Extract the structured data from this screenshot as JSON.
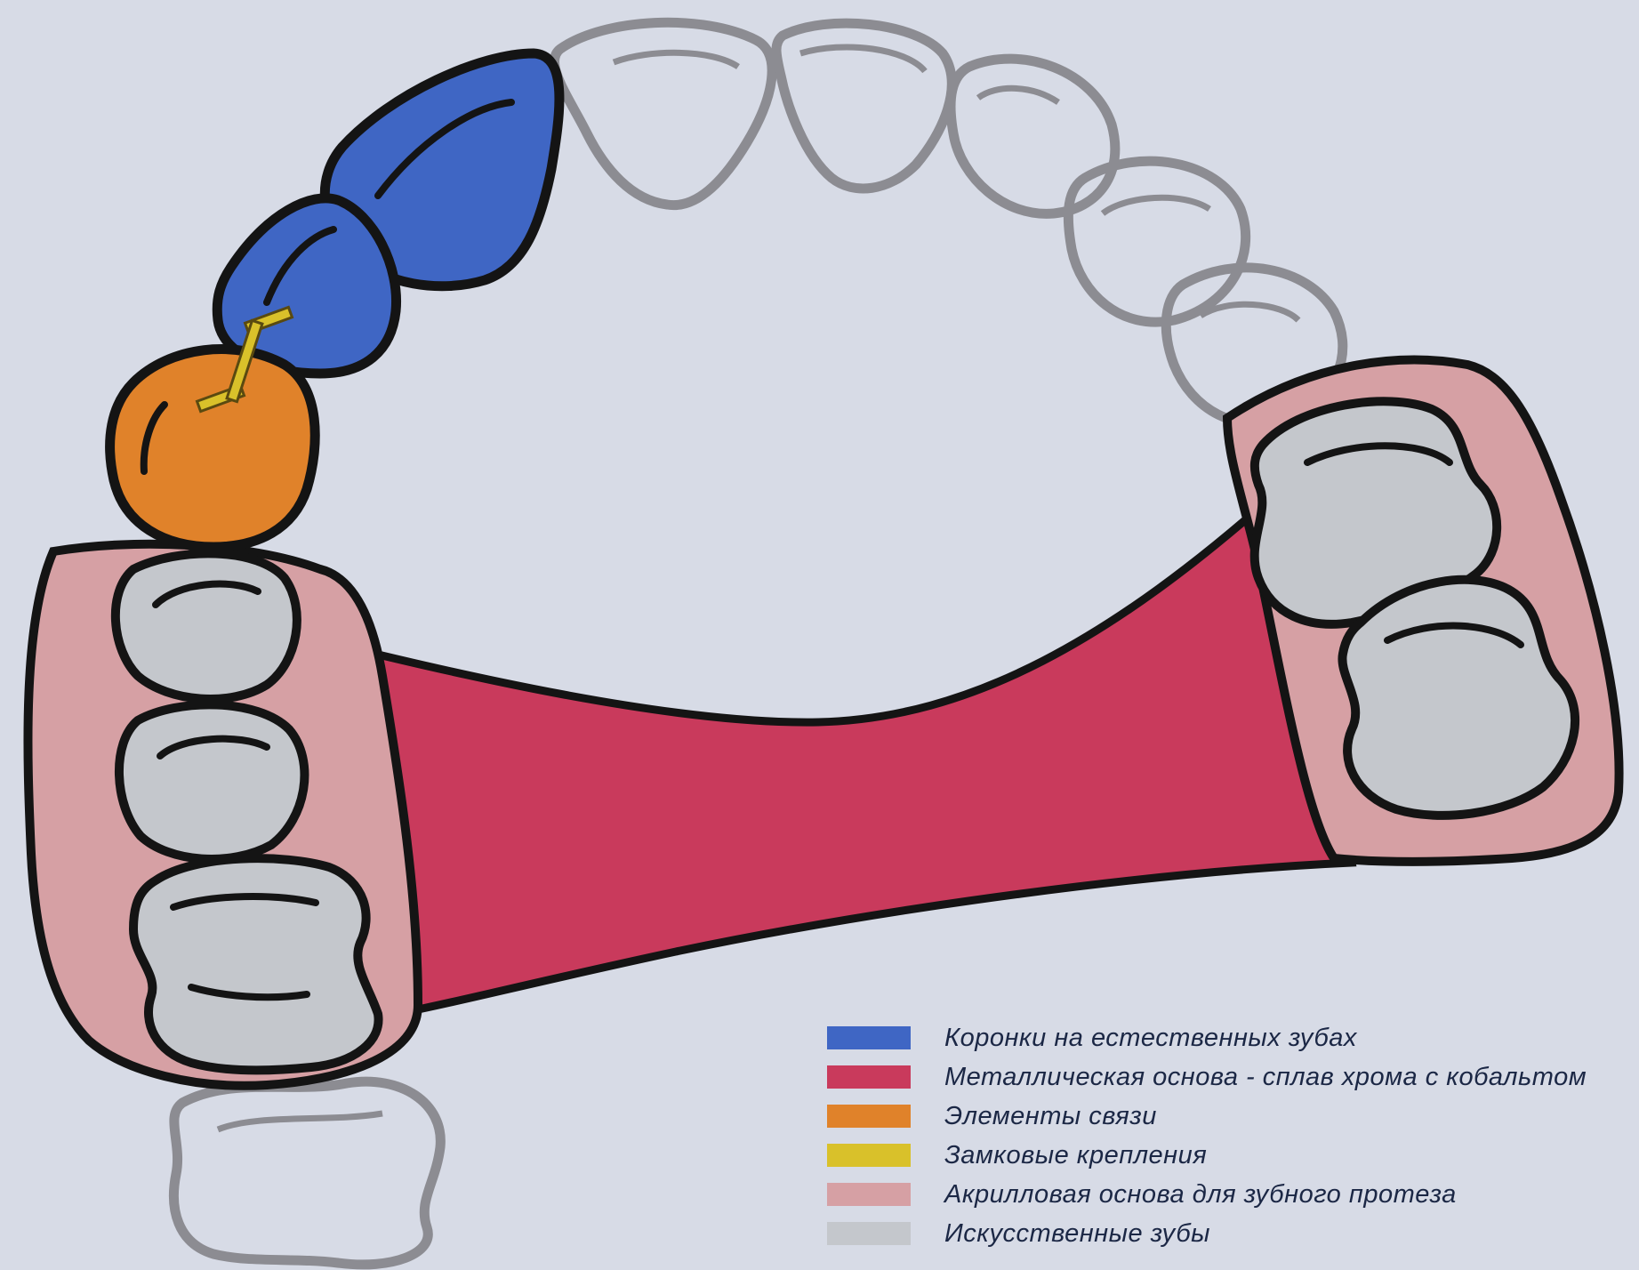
{
  "colors": {
    "background": "#d7dbe6",
    "outline": "#141414",
    "ghost_outline": "#8c8c92"
  },
  "legend": [
    {
      "label": "Коронки на естественных зубах",
      "color": "#3f66c4"
    },
    {
      "label": "Металлическая основа - сплав хрома с кобальтом",
      "color": "#c93a5c"
    },
    {
      "label": "Элементы связи",
      "color": "#e0822a"
    },
    {
      "label": "Замковые крепления",
      "color": "#d9c12a"
    },
    {
      "label": "Акрилловая основа для зубного протеза",
      "color": "#d6a0a4"
    },
    {
      "label": "Искусственные зубы",
      "color": "#c4c7cc"
    }
  ]
}
